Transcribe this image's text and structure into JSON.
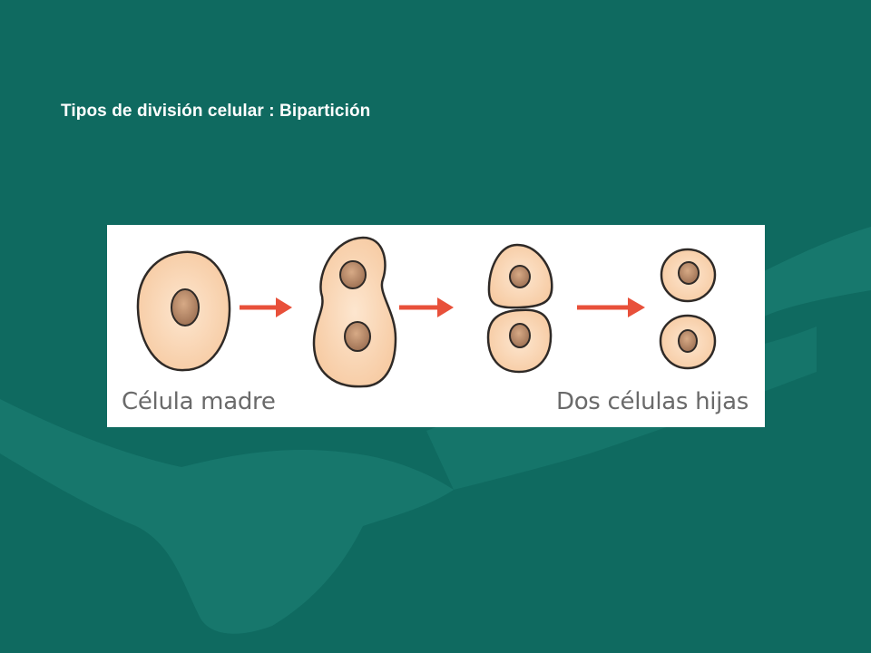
{
  "slide": {
    "title": "Tipos de división celular : Bipartición"
  },
  "diagram": {
    "caption_left": "Célula madre",
    "caption_right": "Dos células hijas",
    "colors": {
      "background": "#0f6a60",
      "background_art": "#1b7d72",
      "cell_fill": "#fbd9b8",
      "cell_stroke": "#2f2a27",
      "nucleus_fill": "#b98a6a",
      "arrow": "#e8503a",
      "caption": "#6a6a6a"
    }
  }
}
